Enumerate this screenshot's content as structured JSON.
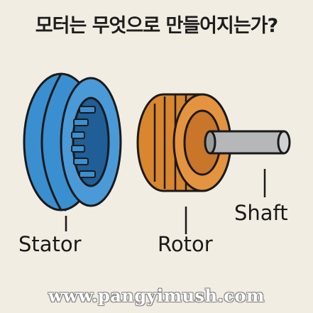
{
  "title": "모터는 무엇으로 만들어지는가?",
  "components": {
    "stator": "Stator",
    "rotor": "Rotor",
    "shaft": "Shaft"
  },
  "watermark": "www.pangyimush.com",
  "colors": {
    "background": "#f1ede3",
    "stator": "#3a8fd0",
    "rotor": "#d9862f",
    "shaft": "#b5b7b8",
    "outline": "#1a1a1a"
  }
}
